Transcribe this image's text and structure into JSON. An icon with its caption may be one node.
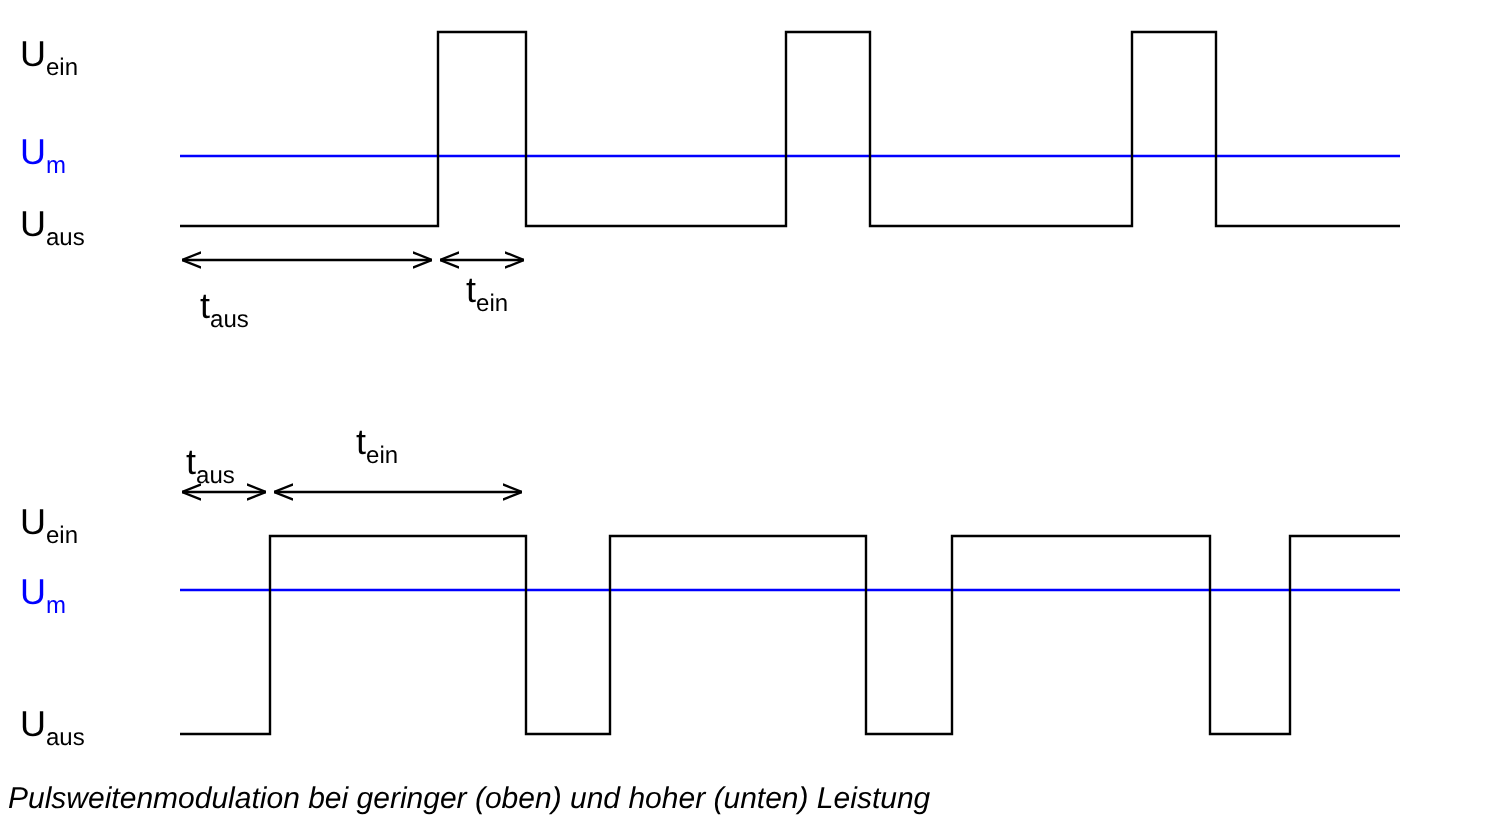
{
  "diagram": {
    "caption": "Pulsweitenmodulation bei geringer (oben) und hoher (unten) Leistung",
    "labels": [
      "U$_{ein}$",
      "U$_{m}$",
      "U$_{aus}$",
      "t$_{aus}$",
      "t$_{ein}$",
      "t$_{aus}$",
      "t$_{ein}$",
      "U$_{ein}$",
      "U$_{m}$",
      "U$_{aus}$"
    ]
  }
}
